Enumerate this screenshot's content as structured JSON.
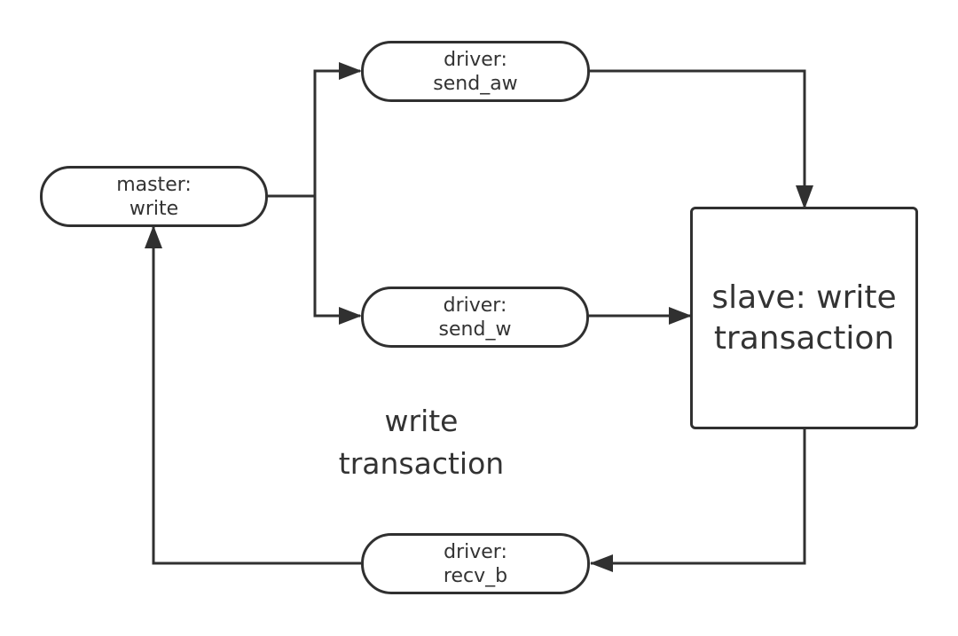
{
  "diagram": {
    "nodes": {
      "master": {
        "line1": "master:",
        "line2": "write"
      },
      "send_aw": {
        "line1": "driver:",
        "line2": "send_aw"
      },
      "send_w": {
        "line1": "driver:",
        "line2": "send_w"
      },
      "recv_b": {
        "line1": "driver:",
        "line2": "recv_b"
      },
      "slave": {
        "line1": "slave: write",
        "line2": "transaction"
      }
    },
    "caption": {
      "line1": "write",
      "line2": "transaction"
    },
    "edges": [
      {
        "from": "master",
        "to": "send_aw"
      },
      {
        "from": "master",
        "to": "send_w"
      },
      {
        "from": "send_aw",
        "to": "slave"
      },
      {
        "from": "send_w",
        "to": "slave"
      },
      {
        "from": "slave",
        "to": "recv_b"
      },
      {
        "from": "recv_b",
        "to": "master"
      }
    ],
    "colors": {
      "stroke": "#303030",
      "text": "#333333",
      "background": "#ffffff"
    }
  }
}
